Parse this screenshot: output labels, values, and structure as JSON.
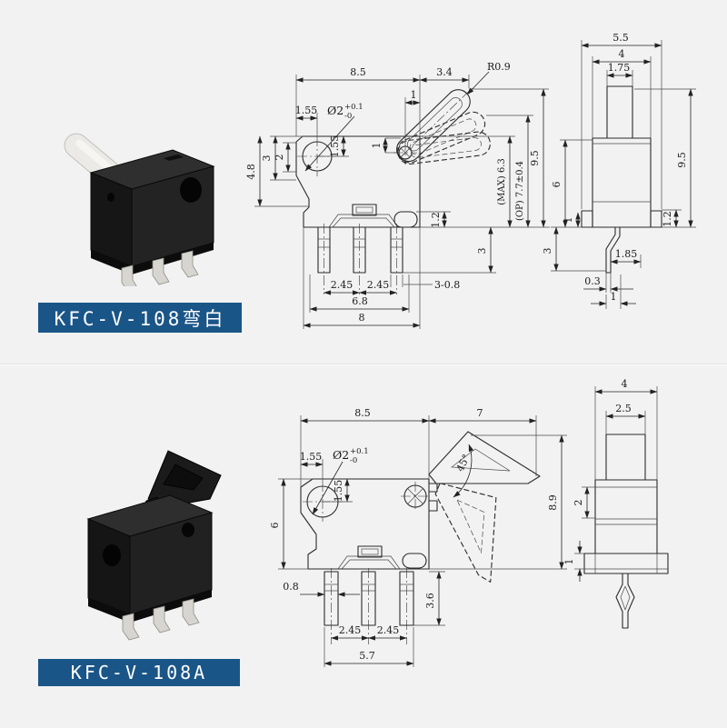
{
  "page": {
    "bg": "#f2f2f3",
    "accent": "#1a5588",
    "line_color": "#2b2b2b"
  },
  "sections": [
    {
      "label": "KFC-V-108弯白"
    },
    {
      "label": "KFC-V-108A"
    }
  ],
  "top": {
    "front": {
      "w": "8.5",
      "lever": "3.4",
      "r": "R0.9",
      "pivot_h": "1",
      "pivot_v": "1",
      "hole_off": "1.55",
      "dia": "Ø2",
      "tol_p": "+0.1",
      "tol_m": "-0",
      "hole_v": "1.55",
      "h3": "3",
      "h2": "2",
      "h48": "4.8",
      "max": "(MAX) 6.3",
      "op": "(OP) 7.7±0.4",
      "total": "9.5",
      "step": "1.2",
      "pin_l": "3",
      "pins": "3-0.8",
      "p1": "2.45",
      "p2": "2.45",
      "span": "6.8",
      "base": "8"
    },
    "side": {
      "w": "5.5",
      "body": "4",
      "btn": "1.75",
      "h": "9.5",
      "bh": "6",
      "wing_l": "1",
      "wing_r": "1.2",
      "pin_l": "3",
      "foot": "1.85",
      "t": "0.3",
      "foot_w": "1"
    }
  },
  "bottom": {
    "front": {
      "w": "8.5",
      "lever": "7",
      "dia": "Ø2",
      "tol_p": "+0.1",
      "tol_m": "-0",
      "hole_off": "1.55",
      "hole_v": "1.55",
      "angle": "45°",
      "bh": "6",
      "total": "8.9",
      "pin_w": "0.8",
      "pin_l": "3.6",
      "p1": "2.45",
      "p2": "2.45",
      "span": "5.7"
    },
    "side": {
      "body": "4",
      "btn": "2.5",
      "upper": "2",
      "flange": "1"
    }
  }
}
